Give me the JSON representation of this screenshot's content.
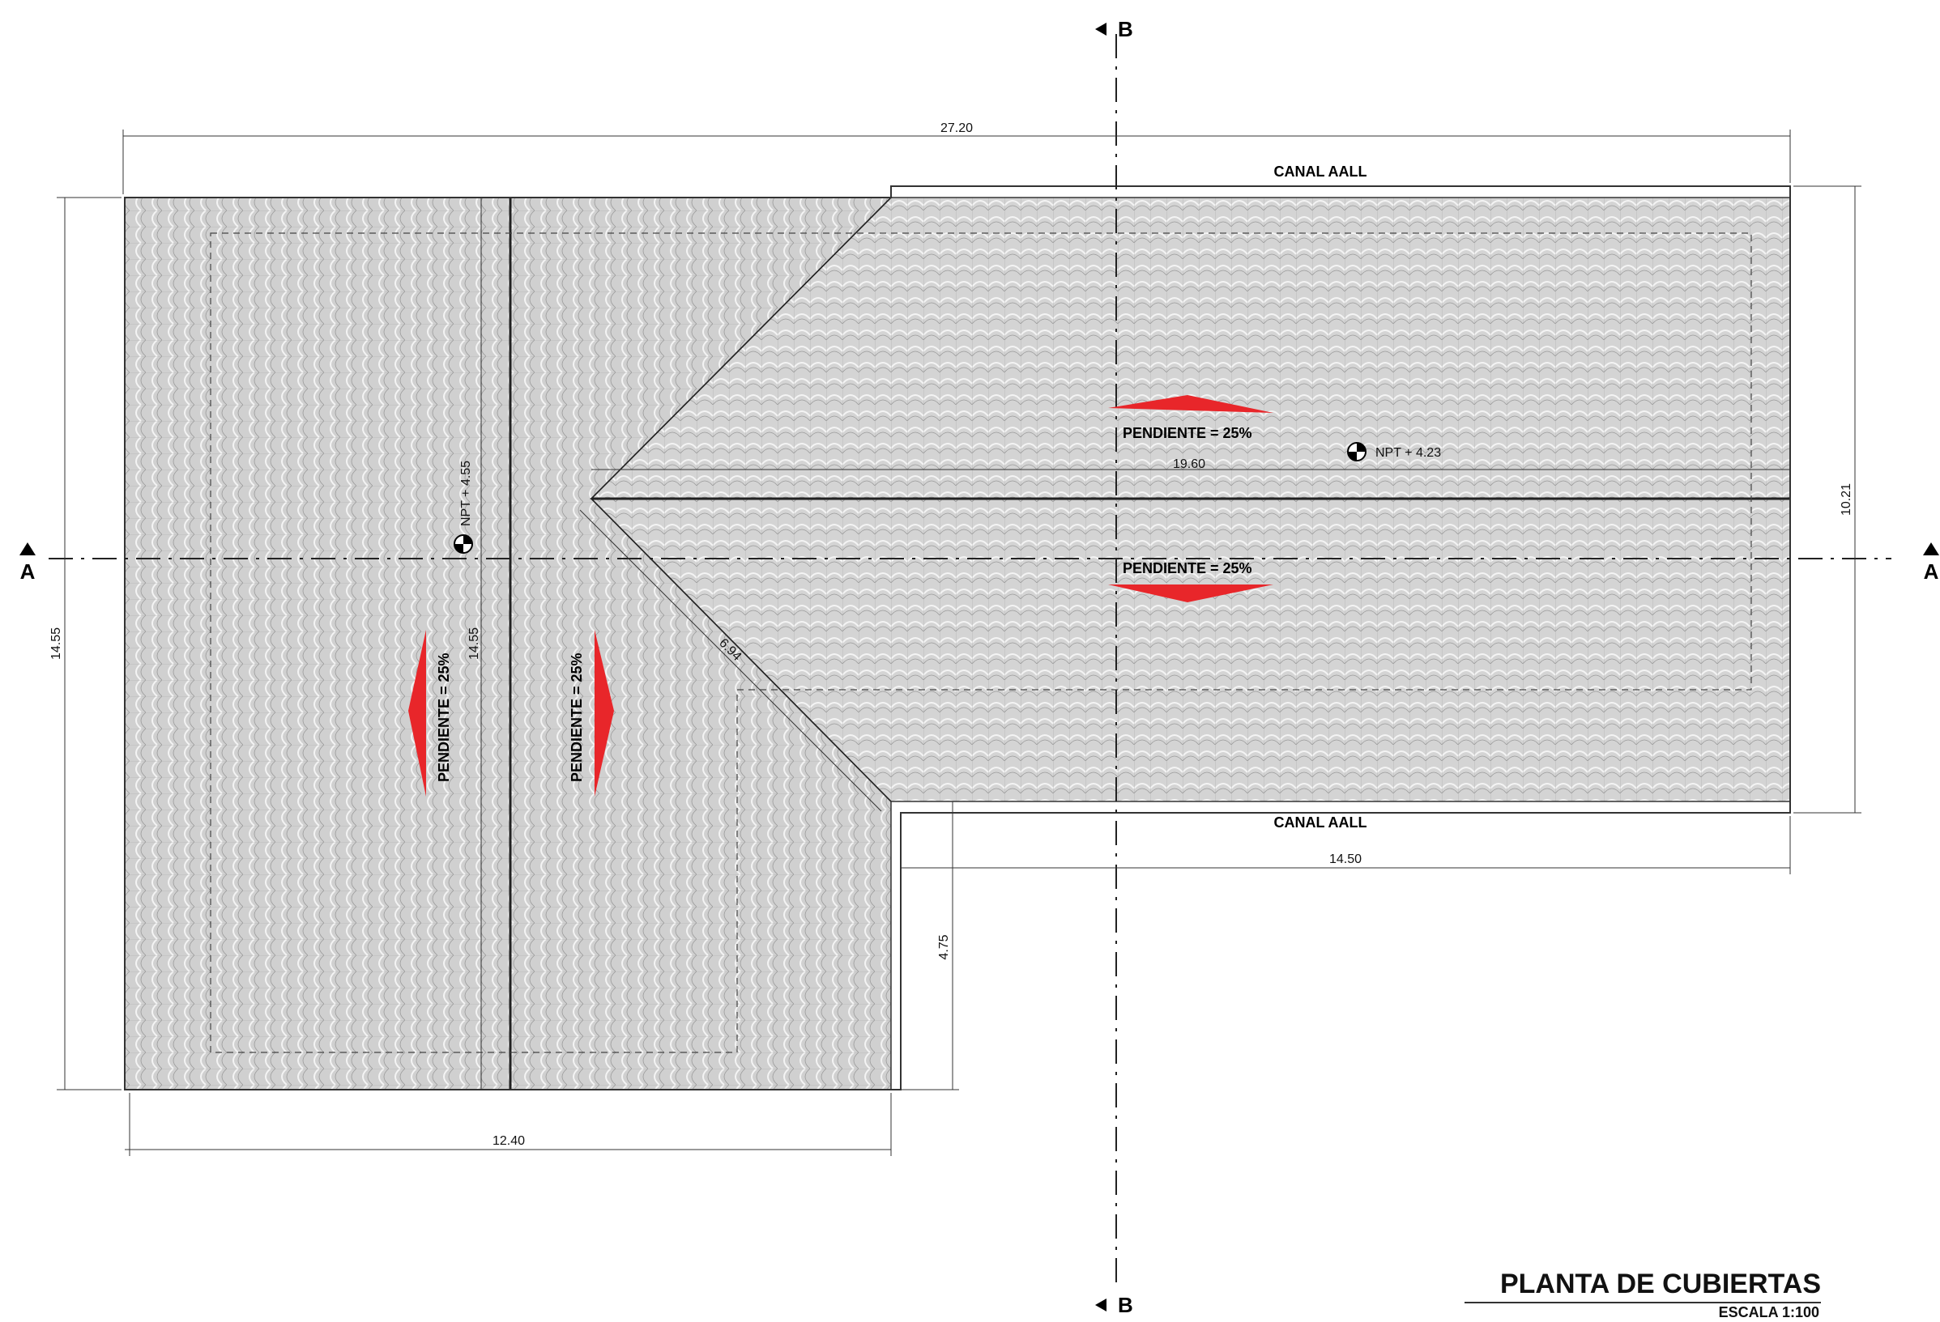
{
  "section_marks": {
    "b_top": "B",
    "b_bottom": "B",
    "a_left": "A",
    "a_right": "A"
  },
  "dimensions": {
    "overall_width": "27.20",
    "left_height": "14.55",
    "right_height": "10.21",
    "left_width": "12.40",
    "ell_width": "14.50",
    "ell_depth": "4.75",
    "ridge_length": "19.60",
    "hip_length": "6.94",
    "inner_height": "14.55"
  },
  "labels": {
    "canal_top": "CANAL  AALL",
    "canal_bottom": "CANAL  AALL",
    "npt_left": "NPT + 4.55",
    "npt_right": "NPT + 4.23"
  },
  "slopes": {
    "up": "PENDIENTE = 25%",
    "down": "PENDIENTE = 25%",
    "west": "PENDIENTE = 25%",
    "east": "PENDIENTE = 25%"
  },
  "title": {
    "main": "PLANTA DE CUBIERTAS",
    "scale": "ESCALA 1:100"
  },
  "colors": {
    "roof_fill": "#d2d2d2",
    "arrow_red": "#e8262a",
    "line": "#222222"
  }
}
